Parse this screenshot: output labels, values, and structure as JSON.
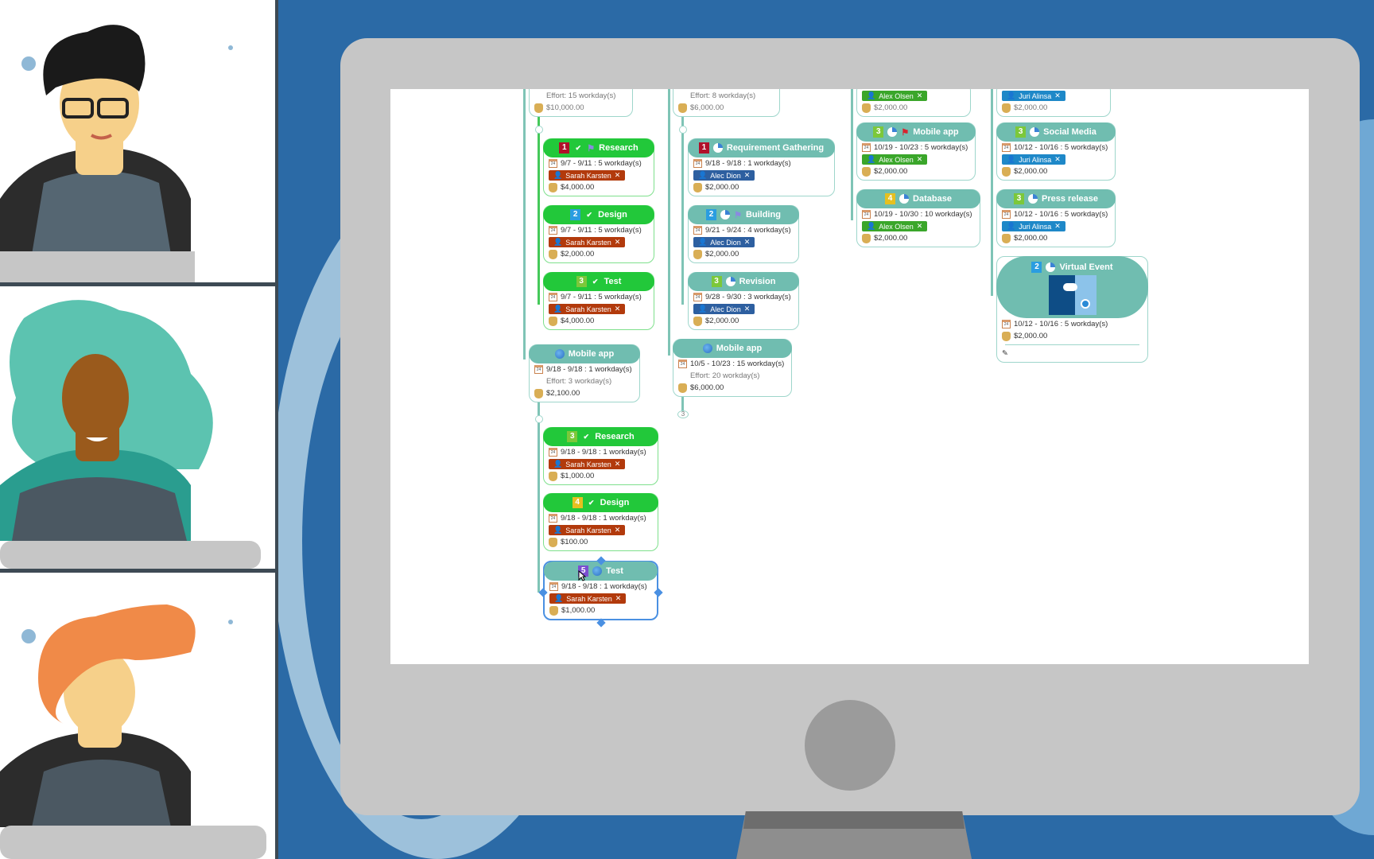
{
  "colors": {
    "background": "#2b6aa6",
    "monitor": "#c6c6c6",
    "green_task": "#22c83a",
    "teal_task": "#70bdb0",
    "selection": "#4a90e2"
  },
  "participants": [
    {
      "name": "participant-1",
      "hair": "#1a1a1a",
      "skin": "#f6d08a",
      "shirt": "#556672"
    },
    {
      "name": "participant-2",
      "hair": "#5cc3b0",
      "skin": "#9a5a1c",
      "shirt": "#4b5862"
    },
    {
      "name": "participant-3",
      "hair": "#f08a48",
      "skin": "#f6d08a",
      "shirt": "#4b5862"
    }
  ],
  "nodes": [
    {
      "id": "a-top",
      "effort": "Effort: 15 workday(s)",
      "cost": "$10,000.00"
    },
    {
      "id": "a-research",
      "num": "1",
      "num_color": "#b0102a",
      "status": "check",
      "flag": "blue-flag",
      "title": "Research",
      "dates": "9/7 - 9/11 : 5 workday(s)",
      "assignee": "Sarah Karsten",
      "assignee_color": "#b23a0c",
      "cost": "$4,000.00",
      "style": "green"
    },
    {
      "id": "a-design",
      "num": "2",
      "num_color": "#2a9de0",
      "status": "check",
      "title": "Design",
      "dates": "9/7 - 9/11 : 5 workday(s)",
      "assignee": "Sarah Karsten",
      "assignee_color": "#b23a0c",
      "cost": "$2,000.00",
      "style": "green"
    },
    {
      "id": "a-test",
      "num": "3",
      "num_color": "#7cc83a",
      "status": "check",
      "title": "Test",
      "dates": "9/7 - 9/11 : 5 workday(s)",
      "assignee": "Sarah Karsten",
      "assignee_color": "#b23a0c",
      "cost": "$4,000.00",
      "style": "green"
    },
    {
      "id": "a-mobile",
      "status": "globe",
      "title": "Mobile app",
      "dates": "9/18 - 9/18 : 1 workday(s)",
      "effort": "Effort: 3 workday(s)",
      "cost": "$2,100.00"
    },
    {
      "id": "a2-research",
      "num": "3",
      "num_color": "#7cc83a",
      "status": "check",
      "title": "Research",
      "dates": "9/18 - 9/18 : 1 workday(s)",
      "assignee": "Sarah Karsten",
      "assignee_color": "#b23a0c",
      "cost": "$1,000.00",
      "style": "green"
    },
    {
      "id": "a2-design",
      "num": "4",
      "num_color": "#e6c020",
      "status": "check",
      "title": "Design",
      "dates": "9/18 - 9/18 : 1 workday(s)",
      "assignee": "Sarah Karsten",
      "assignee_color": "#b23a0c",
      "cost": "$100.00",
      "style": "green"
    },
    {
      "id": "a2-test",
      "num": "5",
      "num_color": "#7a4fd0",
      "status": "globe",
      "title": "Test",
      "dates": "9/18 - 9/18 : 1 workday(s)",
      "assignee": "Sarah Karsten",
      "assignee_color": "#b23a0c",
      "cost": "$1,000.00",
      "style": "selected"
    },
    {
      "id": "b-top",
      "effort": "Effort: 8 workday(s)",
      "cost": "$6,000.00"
    },
    {
      "id": "b-req",
      "num": "1",
      "num_color": "#b0102a",
      "status": "pie",
      "title": "Requirement Gathering",
      "dates": "9/18 - 9/18 : 1 workday(s)",
      "assignee": "Alec Dion",
      "assignee_color": "#2d5fa0",
      "cost": "$2,000.00"
    },
    {
      "id": "b-building",
      "num": "2",
      "num_color": "#2a9de0",
      "status": "pie",
      "flag": "blue-flag",
      "title": "Building",
      "dates": "9/21 - 9/24 : 4 workday(s)",
      "assignee": "Alec Dion",
      "assignee_color": "#2d5fa0",
      "cost": "$2,000.00"
    },
    {
      "id": "b-revision",
      "num": "3",
      "num_color": "#7cc83a",
      "status": "pie",
      "title": "Revision",
      "dates": "9/28 - 9/30 : 3 workday(s)",
      "assignee": "Alec Dion",
      "assignee_color": "#2d5fa0",
      "cost": "$2,000.00"
    },
    {
      "id": "b-mobile",
      "status": "globe",
      "title": "Mobile app",
      "dates": "10/5 - 10/23 : 15 workday(s)",
      "effort": "Effort: 20 workday(s)",
      "cost": "$6,000.00",
      "collapsed_count": "3"
    },
    {
      "id": "c-top",
      "assignee": "Alex Olsen",
      "assignee_color": "#3aa62a",
      "cost": "$2,000.00"
    },
    {
      "id": "c-mobile",
      "num": "3",
      "num_color": "#7cc83a",
      "status": "pie",
      "flag": "red-flag",
      "title": "Mobile app",
      "dates": "10/19 - 10/23 : 5 workday(s)",
      "assignee": "Alex Olsen",
      "assignee_color": "#3aa62a",
      "cost": "$2,000.00"
    },
    {
      "id": "c-database",
      "num": "4",
      "num_color": "#e6c020",
      "status": "pie",
      "title": "Database",
      "dates": "10/19 - 10/30 : 10 workday(s)",
      "assignee": "Alex Olsen",
      "assignee_color": "#3aa62a",
      "cost": "$2,000.00"
    },
    {
      "id": "d-top",
      "assignee": "Juri Alinsa",
      "assignee_color": "#1e88c8",
      "cost": "$2,000.00"
    },
    {
      "id": "d-social",
      "num": "3",
      "num_color": "#7cc83a",
      "status": "pie",
      "title": "Social Media",
      "dates": "10/12 - 10/16 : 5 workday(s)",
      "assignee": "Juri Alinsa",
      "assignee_color": "#1e88c8",
      "cost": "$2,000.00"
    },
    {
      "id": "d-press",
      "num": "3",
      "num_color": "#7cc83a",
      "status": "pie",
      "title": "Press release",
      "dates": "10/12 - 10/16 : 5 workday(s)",
      "assignee": "Juri Alinsa",
      "assignee_color": "#1e88c8",
      "cost": "$2,000.00"
    },
    {
      "id": "d-virtual",
      "num": "2",
      "num_color": "#2a9de0",
      "status": "pie",
      "title": "Virtual Event",
      "image": "virtual-event-illustration",
      "dates": "10/12 - 10/16 : 5 workday(s)",
      "cost": "$2,000.00",
      "note": "note-icon"
    }
  ]
}
